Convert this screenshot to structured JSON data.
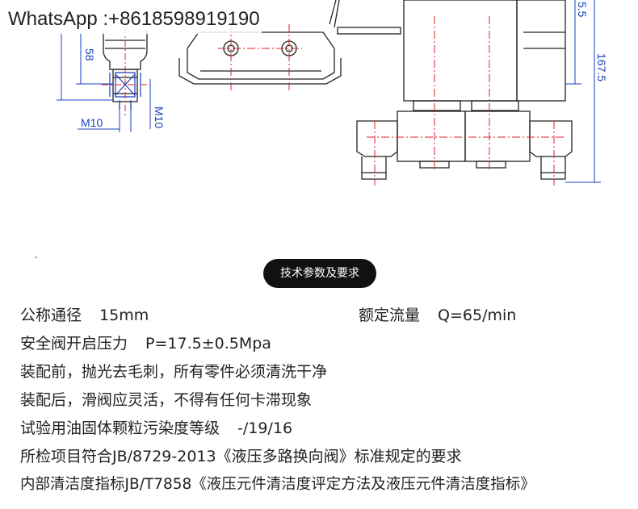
{
  "watermark": "WhatsApp :+8618598919190",
  "drawing": {
    "dim_58": "58",
    "dim_m10_left": "M10",
    "dim_m10_right": "M10",
    "dim_55": "5.5",
    "dim_1675": "167.5"
  },
  "section_badge": "技术参数及要求",
  "bullet_mark": "ˇ",
  "specs": {
    "line1_label": "公称通径",
    "line1_value": "15mm",
    "line1_right_label": "额定流量",
    "line1_right_value": "Q=65/min",
    "line2_label": "安全阀开启压力",
    "line2_value": "P=17.5±0.5Mpa",
    "line3": "装配前，抛光去毛刺，所有零件必须清洗干净",
    "line4": "装配后，滑阀应灵活，不得有任何卡滞现象",
    "line5_label": "试验用油固体颗粒污染度等级",
    "line5_value": "-/19/16",
    "line6": "所检项目符合JB/8729-2013《液压多路换向阀》标准规定的要求",
    "line7": "内部清洁度指标JB/T7858《液压元件清洁度评定方法及液压元件清洁度指标》"
  }
}
